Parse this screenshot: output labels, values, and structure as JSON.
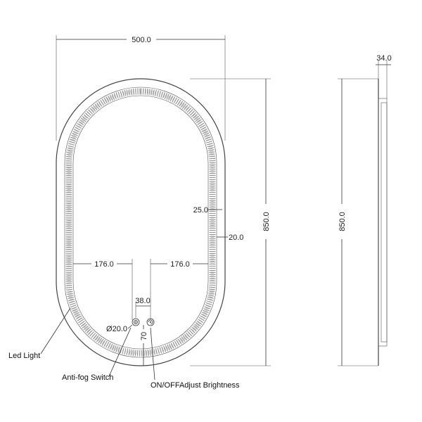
{
  "dimensions": {
    "width": "500.0",
    "height_front": "850.0",
    "height_side": "850.0",
    "depth": "34.0",
    "led_inset": "25.0",
    "led_band": "20.0",
    "left_offset": "176.0",
    "right_offset": "176.0",
    "switch_spacing": "38.0",
    "switch_diameter": "Ø20.0",
    "switch_height": "70"
  },
  "labels": {
    "led_light": "Led Light",
    "anti_fog": "Anti-fog Switch",
    "on_off": "ON/OFF",
    "adjust": "Adjust Brightness"
  },
  "colors": {
    "line": "#333333",
    "dots": "#777777"
  }
}
